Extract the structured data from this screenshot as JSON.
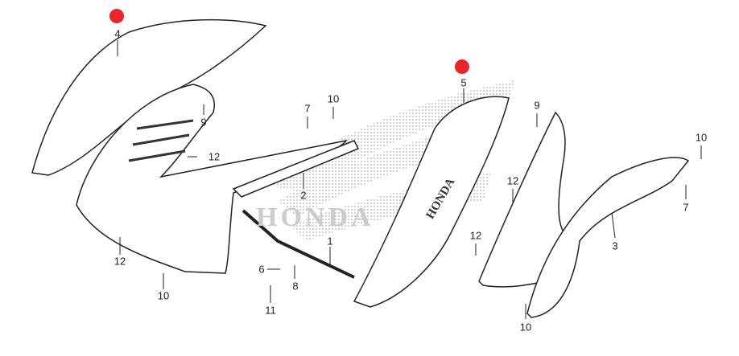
{
  "diagram": {
    "watermark_text": "HONDA",
    "part_logo_text": "HONDA",
    "highlight_color": "#e8262b",
    "callouts": [
      {
        "id": "c4",
        "label": "4",
        "highlighted": true
      },
      {
        "id": "c5",
        "label": "5",
        "highlighted": true
      },
      {
        "id": "c7a",
        "label": "7"
      },
      {
        "id": "c10a",
        "label": "10"
      },
      {
        "id": "c9a",
        "label": "9"
      },
      {
        "id": "c12a",
        "label": "12"
      },
      {
        "id": "c2",
        "label": "2"
      },
      {
        "id": "c1",
        "label": "1"
      },
      {
        "id": "c6",
        "label": "6"
      },
      {
        "id": "c8",
        "label": "8"
      },
      {
        "id": "c11",
        "label": "11"
      },
      {
        "id": "c10b",
        "label": "10"
      },
      {
        "id": "c12b",
        "label": "12"
      },
      {
        "id": "c9b",
        "label": "9"
      },
      {
        "id": "c10c",
        "label": "10"
      },
      {
        "id": "c7b",
        "label": "7"
      },
      {
        "id": "c3",
        "label": "3"
      },
      {
        "id": "c12c",
        "label": "12"
      },
      {
        "id": "c12d",
        "label": "12"
      },
      {
        "id": "c10d",
        "label": "10"
      }
    ]
  }
}
